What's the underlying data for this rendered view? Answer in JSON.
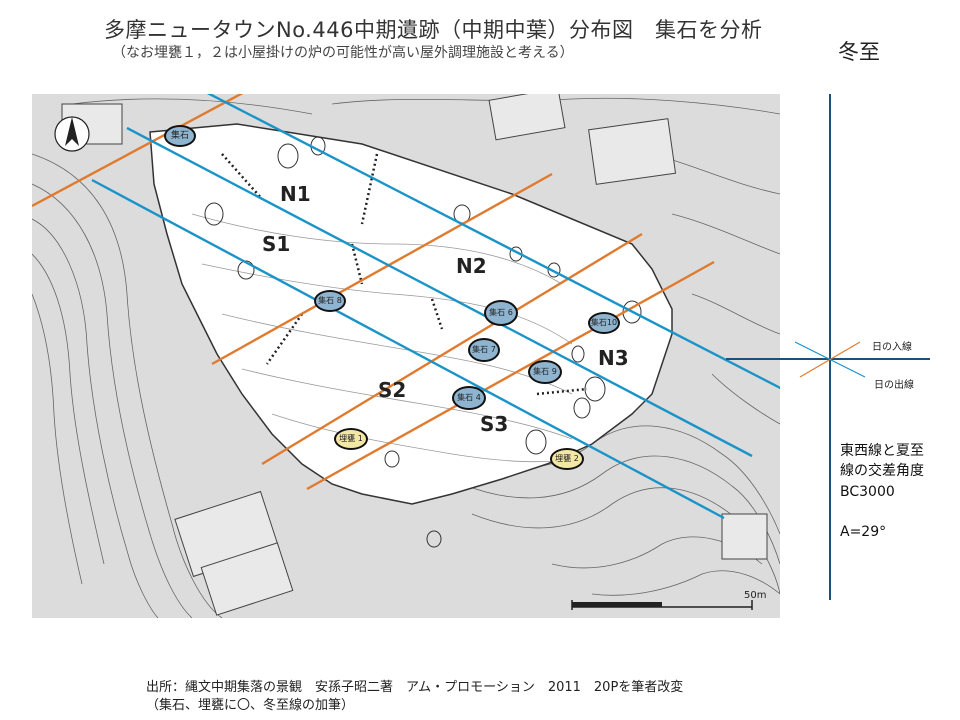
{
  "title": "多摩ニュータウンNo.446中期遺跡（中期中葉）分布図　集石を分析",
  "subtitle": "（なお埋甕１，２は小屋掛けの炉の可能性が高い屋外調理施設と考える）",
  "season": "冬至",
  "map": {
    "zone_labels": [
      "N1",
      "S1",
      "N2",
      "S2",
      "N3",
      "S3"
    ],
    "feature_labels": {
      "shuseki_top": "集石",
      "shuseki_8": "集石 8",
      "shuseki_6": "集石 6",
      "shuseki_7": "集石 7",
      "shuseki_10": "集石10",
      "shuseki_9": "集石 9",
      "shuseki_4": "集石 4",
      "maigame_1": "埋甕 1",
      "maigame_2": "埋甕 2"
    },
    "scale_end": "50m",
    "colors": {
      "winter_solstice_line": "#1a94c8",
      "sunrise_sunset_line": "#e07a2e",
      "shuseki_fill": "#8fb4cf",
      "maigame_fill": "#f3e7a6"
    }
  },
  "legend": {
    "sunset_label": "日の入線",
    "sunrise_label": "日の出線"
  },
  "notes": {
    "line1": "東西線と夏至",
    "line2": "線の交差角度",
    "line3": "BC3000",
    "line4": "A=29°"
  },
  "source": {
    "line1": "出所：縄文中期集落の景観　安孫子昭二著　アム・プロモーション　2011　20Pを筆者改変",
    "line2": "（集石、埋甕に〇、冬至線の加筆）"
  }
}
